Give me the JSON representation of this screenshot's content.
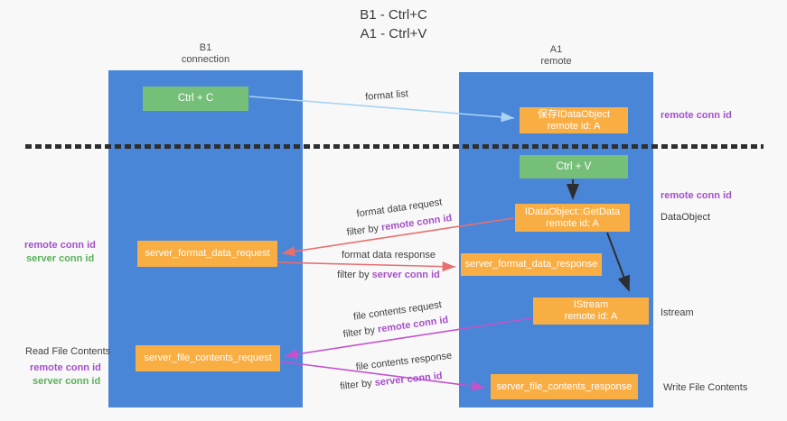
{
  "title": {
    "line1": "B1 - Ctrl+C",
    "line2": "A1 - Ctrl+V"
  },
  "lanes": {
    "left": {
      "name": "B1",
      "role": "connection"
    },
    "right": {
      "name": "A1",
      "role": "remote"
    }
  },
  "nodes": {
    "ctrl_c": {
      "label": "Ctrl + C"
    },
    "ctrl_v": {
      "label": "Ctrl + V"
    },
    "save_dataobject": {
      "line1": "保存IDataObject",
      "line2": "remote id: A"
    },
    "getdata": {
      "line1": "IDataObject::GetData",
      "line2": "remote id: A"
    },
    "istream": {
      "line1": "IStream",
      "line2": "remote id: A"
    },
    "format_request": {
      "label": "server_format_data_request"
    },
    "format_response": {
      "label": "server_format_data_response"
    },
    "file_request": {
      "label": "server_file_contents_request"
    },
    "file_response": {
      "label": "server_file_contents_response"
    }
  },
  "flow_labels": {
    "format_list": "format list",
    "format_data_request": "format data request",
    "format_data_response": "format data response",
    "file_contents_request": "file contents request",
    "file_contents_response": "file contents response",
    "filter_by": "filter by",
    "remote_conn_id": "remote conn id",
    "server_conn_id": "server conn id"
  },
  "annotations": {
    "remote_conn_id": "remote conn id",
    "server_conn_id": "server conn id",
    "dataobject": "DataObject",
    "istream": "Istream",
    "read_file_contents": "Read File Contents",
    "write_file_contents": "Write File Contents"
  },
  "colors": {
    "lane": "#4a86d8",
    "node_green": "#76bf78",
    "node_orange": "#f9ae44",
    "arrow_blue": "#a8d3f2",
    "arrow_black": "#2e2e2e",
    "arrow_salmon": "#e86f6f",
    "arrow_magenta": "#c353cb",
    "text_purple": "#a550c8",
    "text_green": "#58b15a",
    "text_dark": "#3f3f3f",
    "background": "#f8f8f8"
  }
}
